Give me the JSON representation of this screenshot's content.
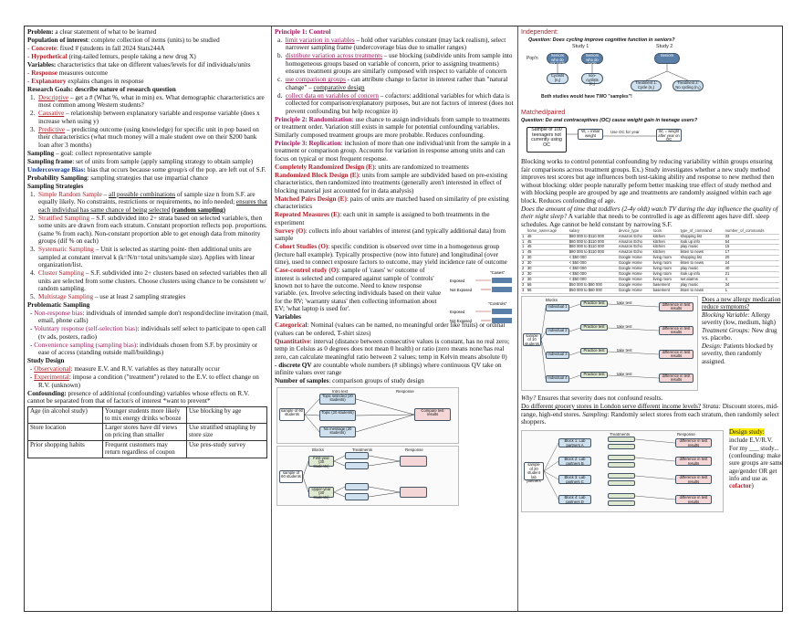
{
  "col1": {
    "problem": "Problem:",
    "problem_text": "a clear statement of what to be learned",
    "population": "Population of interest",
    "population_text": ": complete collection of items (units) to be studied",
    "concrete": "- Concrete",
    "concrete_text": ": fixed # (students in fall 2024 Stats244A",
    "hypothetical": "- Hypothetical",
    "hypothetical_text": " (ring-tailed lemurs, people taking a new drug X)",
    "variables": "Variables:",
    "variables_text": " characteristics that take on different values/levels for dif individuals/units",
    "response": "- Response",
    "response_text": " measures outcome",
    "explanatory": "- Explanatory",
    "explanatory_text": " explains changes in response",
    "rq": "Research Goals: describe nature of research question",
    "rq1_n": "1.",
    "rq1_h": "Descriptive",
    "rq1_t": " – get a # (What %, what in min) ex. What demographic characteristics are most common among Western students?",
    "rq2_n": "2.",
    "rq2_h": "Causative",
    "rq2_t": " – relationship between explanatory variable and response variable (does x increase when using y)",
    "rq3_n": "3.",
    "rq3_h": "Predictive",
    "rq3_t": " – predicting outcome (using knowledge) for specific unit in pop based on their characteristics (what much money will a male student owe on their $200 bank loan after 3 months)",
    "sampling": "Sampling",
    "sampling_text": " – goal: collect representative sample",
    "frame": "Sampling frame",
    "frame_text": ": set of units from sample (apply sampling strategy to obtain sample)",
    "undercov": "Undercoverage Bias:",
    "undercov_text": " bias that occurs because some group/s of the pop. are left out of S.F.",
    "prob": "Probability Sampling",
    "prob_text": ": sampling strategies that use impartial chance",
    "strat_h": "Sampling Strategies",
    "s1_n": "1.",
    "s1_h": "Simple Random Sample",
    "s1_t1": " – ",
    "s1_u": "all possible combinations",
    "s1_t2": " of sample size n from S.F. are equally likely. No constraints, restrictions or requirements, no info needed; ",
    "s1_u2": "ensures that each individual has same chance of being selected",
    "s1_b": "(random sampling)",
    "s2_n": "2.",
    "s2_h": "Stratified Sampling",
    "s2_t": " – S.F. subdivided into 2+ strata based on selected variable/s, then some units are drawn from each stratum. Constant proportion reflects pop. proportions. (same % from each). Non-constant proportion able to get enough data from minority groups (dif % on each)",
    "s3_n": "3.",
    "s3_h": "Systematic Sampling",
    "s3_t": " – Unit is selected as starting point- then additional units are sampled at constant interval k (k=N/n=total units/sample size). Applies with linear organization/list.",
    "s4_n": "4.",
    "s4_h": "Cluster Sampling",
    "s4_t": " – S.F. subdivided into 2+ clusters based on selected variables then all units are selected from some clusters. Choose clusters using chance to be consistent w/ random sampling.",
    "s5_n": "5.",
    "s5_h": "Multistage Sampling",
    "s5_t": " – use at least 2 sampling strategies",
    "probsamp": "Problematic Sampling",
    "ps1_h": "Non-response bias",
    "ps1_t": ": individuals of intended sample don't respond/decline invitation (mail, email, phone calls)",
    "ps2_h": "Voluntary response (self-selection bias)",
    "ps2_t": ": individuals self select to participate to open call (tv ads, posters, radio)",
    "ps3_h": "Convenience sampling (sampling bias)",
    "ps3_t": ": individuals chosen from S.F. by proximity or ease of access (standing outside mall/buildings)",
    "study": "Study Design",
    "obs_h": "Observational",
    "obs_t": ": measure E.V. and R.V. variables as they naturally occur",
    "exp_h": "Experimental",
    "exp_t": ": impose a condition (\"treatment\") related to the E.V. to effect change on R.V. (unknown)",
    "conf": "Confounding:",
    "conf_t": " presence of additional (confounding) variables whose effects on R.V. cannot be separated from that of factor/s of interest *want to prevent*",
    "table": [
      [
        "Age (in alcohol study)",
        "Younger students more likely to mix energy drinks w/booze",
        "Use blocking by age"
      ],
      [
        "Store location",
        "Larger stores have dif views on pricing than smaller",
        "Use stratified smapling by store size"
      ],
      [
        "Prior shopping habits",
        "Frequent customers may return regardless of coupon",
        "Use pres-study survey"
      ]
    ]
  },
  "col2": {
    "p1": "Principle 1: Control",
    "a_n": "a.",
    "a_h": "limit variation in variables",
    "a_t": " – hold other variables constant (may lack realism), select narrower sampling frame (undercoverage bias due to smaller ranges)",
    "b_n": "b.",
    "b_h": "distribute variation across treatments",
    "b_t": " – use blocking (subdivide units from sample into homogeneous groups based on variable of concern, prior to assigning treatments) ensures treatment groups are similarly composed with respect to variable of concern",
    "c_n": "c.",
    "c_h": "use comparison groups",
    "c_t": " - can attribute change to factor in interest rather than \"natural change\" – ",
    "c_u": "comparative design",
    "d_n": "d.",
    "d_h": "collect data on variables of concern",
    "d_t": " – cofactors: additional variables for which data is collected for comparison/explanatory purposes, but are not factors of interest (does not prevent confounding but help recognize it)",
    "p2": "Principle 2: Randomization",
    "p2_t": ": use chance to assign individuals from sample to treatments or treatment order. Variation still exists in sample for potential confounding variables. Similarly composed treatment groups are more probable. Reduces confounding.",
    "p3": "Principle 3: Replication",
    "p3_t": ": inclusion of more than one individual/unit from the sample in a treatment or comparison group. Accounts for variation in response among units and can focus on typical or most frequent response.",
    "crd": "Completely Randomized Design (E)",
    "crd_t": ": units are randomized to treatments",
    "rbd": "Randomized Block Design (E)",
    "rbd_t": ": units from sample are subdivided based on pre-existing characteristics, then randomized into treatments (generally aren't interested in effect of blocking material just accounted for in data analysis)",
    "mpd": "Matched Pairs Design (E)",
    "mpd_t": ": pairs of units are matched based on similarity of pre existing characteristics",
    "rm": "Repeated Measures (E)",
    "rm_t": ": each unit in sample is assigned to both treatments in the experiment",
    "sv": "Survey (O)",
    "sv_t": ": collects info about variables of interest (and typically additional data) from sample",
    "coh": "Cohort Studies (O)",
    "coh_t": ": specific condition is observed over time in a homogenous group (lecture hall example). Typically prospective (now into future) and longitudinal (over time), used to connect exposure factors to outcome, may yield incidence rate of outcome",
    "cc": "Case-control study (O)",
    "cc_t": ": sample of 'cases' w/ outcome of interest is selected and compared against sample of 'controls' known not to have the outcome. Need to know response variable. (ex. Involve selecting individuals based on their value for the RV; 'warranty status' then collecting information about EV; 'what laptop is used for'.",
    "cc_cases": "\"Cases\"",
    "cc_controls": "\"Controls\"",
    "exposed": "Exposed",
    "not_exposed": "Not Exposed",
    "vars": "Variables",
    "cat": "Categorical",
    "cat_t": ": Nominal (values can be named, no meaningful order like fruits) or ordinal (values can be ordered, T-shirt sizes)",
    "quant": "Quantitative",
    "quant_t": ": interval (distance between consecutive values is constant, has no real zero; temp in Celsius as 0 degrees does not mean 0 health) or ratio (zero means none/has real zero, can calculate meaningful ratio between 2 values; temp in Kelvin means absolute 0)",
    "disc": "- discrete QV",
    "disc_t": " are countable whole numbers (# siblings) where continuous QV take on infinite values over range",
    "nsamp": "Number of samples",
    "nsamp_t": ": comparison groups of study design",
    "d1_sample": "sample of 60 students",
    "d1_t1": "Topic selected (20 students)",
    "d1_t2": "Topic (20 students)",
    "d1_t3": "No message (20 students)",
    "d1_r": "Compare test results",
    "d1_h1": "Intro text",
    "d1_h2": "Response",
    "d2_sample": "sample of 60 students",
    "d2_b1": "First-year (30 students)",
    "d2_b2": "Upper-year (30 students)",
    "d2_h1": "Blocks",
    "d2_h2": "Treatments",
    "d2_h3": "Response"
  },
  "col3": {
    "indep": "Independent:",
    "q1": "Question: Does cycling improve cognitive function in seniors?",
    "study1": "Study 1",
    "study2": "Study 2",
    "pops": "Pop'n",
    "seniors": "Seniors",
    "s1a": "Seniors who do not cycle",
    "s1b": "Seniors who do cycle",
    "s1c": "Cyclists (n₁)",
    "s1d": "non-cyclists (n₂)",
    "s2a": "Treatment 1: Cycle (n₁)",
    "s2b": "Treatment 2: No cycling (n₂)",
    "both": "Both studies would have TWO \"samples\"!",
    "matched": "Matched/paired",
    "q2": "Question: Do oral contraceptives (OC) cause weight gain in teenage users?",
    "samp100": "Sample of 100 teenagers not currently using OC",
    "w1": "W₁ = initial weight",
    "useoc": "Use OC for year",
    "w2": "W₂ = weight after year on OC",
    "blocking": "Blocking works to control potential confounding by reducing variability within groups ensuring fair comparisons across treatment groups. Ex.) Study investigates whether a new study method improves test scores but age influences both test-taking ability and response to new method then without blocking: older people naturally peform better masking true effect of study method and with blocking people are grouped by age and treatments are randomly assigned within each age block. Reduces confounding of age.",
    "toddler_q": "Does the amount of time that toddlers (2-4y oldt) watch TV during the day influence the quality of their night sleep?",
    "toddler_a": " A variable that needs to be controlled is age as different ages have diff. sleep schedules. Age cannot be held constant by narrowing S.F.",
    "tbl_head": [
      "home_owner.age",
      "salary",
      "device_type",
      "room",
      "type_of_command",
      "number_of_commands"
    ],
    "tbl_rows": [
      [
        "1",
        "45",
        "$80 000 to $110 000",
        "Amazon Echo",
        "kitchen",
        "shopping list",
        "33"
      ],
      [
        "1",
        "45",
        "$80 000 to $110 000",
        "Amazon Echo",
        "kitchen",
        "look up info",
        "54"
      ],
      [
        "1",
        "45",
        "$80 000 to $110 000",
        "Amazon Echo",
        "kitchen",
        "play music",
        "15"
      ],
      [
        "1",
        "45",
        "$80 000 to $110 000",
        "Amazon Echo",
        "kitchen",
        "listen to news",
        "17"
      ],
      [
        "2",
        "30",
        "< $50 000",
        "Google Home",
        "living room",
        "shopping list",
        "20"
      ],
      [
        "2",
        "30",
        "< $50 000",
        "Google Home",
        "living room",
        "listen to news",
        "24"
      ],
      [
        "2",
        "30",
        "< $50 000",
        "Google Home",
        "living room",
        "play music",
        "40"
      ],
      [
        "2",
        "30",
        "< $50 000",
        "Google Home",
        "living room",
        "look up info",
        "21"
      ],
      [
        "2",
        "30",
        "< $50 000",
        "Google Home",
        "living room",
        "set alarms",
        "4"
      ],
      [
        "3",
        "56",
        "$50 000 to $80 000",
        "Google Home",
        "basement",
        "play music",
        "34"
      ],
      [
        "3",
        "56",
        "$50 000 to $80 000",
        "Google Home",
        "basement",
        "listen to news",
        "1"
      ]
    ],
    "allergy_a": "Does a new allergy medication reduce symptoms?",
    "allergy_b": "Blocking Variable:",
    "allergy_c": " Allergy severity (low, medium, high)",
    "allergy_d": "Treatment Groups:",
    "allergy_e": " New drug vs. placebo.",
    "allergy_f": "Design:",
    "allergy_g": " Patients blocked by severity, then randomly assigned.",
    "allergy_h": "Why?",
    "allergy_i": " Ensures that severity does not confound results.",
    "grocery_q": "Do different grocery stores in London serve different income levels?",
    "grocery_s": " Strata:",
    "grocery_t": " Discount stores, mid-range, high-end stores.",
    "grocery_u": "Sampling:",
    "grocery_v": " Randomly select stores from each stratum, then randomly select shoppers.",
    "ds_title": "Design study:",
    "ds_t1": "include E.V/R.V.",
    "ds_t2": "For my ___ study... (confounding: make sure groups are same age/gender OR get info and use as ",
    "ds_cof": "cofactor",
    "ds_t3": ")",
    "blk_blocks": "Blocks",
    "blk_randomize": "randomize",
    "blk_ind1": "Individual 1",
    "blk_ind2": "Individual 2",
    "blk_ind3": "Individual 3",
    "blk_ind4": "Individual 4",
    "blk_take": "take test",
    "blk_diff": "difference in test results",
    "blk_prac": "Practice test",
    "blk_sample": "sample of 10 students",
    "mb_sample": "sample of 20 student lab partners",
    "mb_b1": "Block 1: Lab partners A",
    "mb_b2": "Block 2: Lab partners B",
    "mb_b3": "Block 3: Lab partners C",
    "mb_b4": "Block 4: Lab partners D",
    "mb_treat": "Treatments",
    "mb_resp": "Response"
  }
}
